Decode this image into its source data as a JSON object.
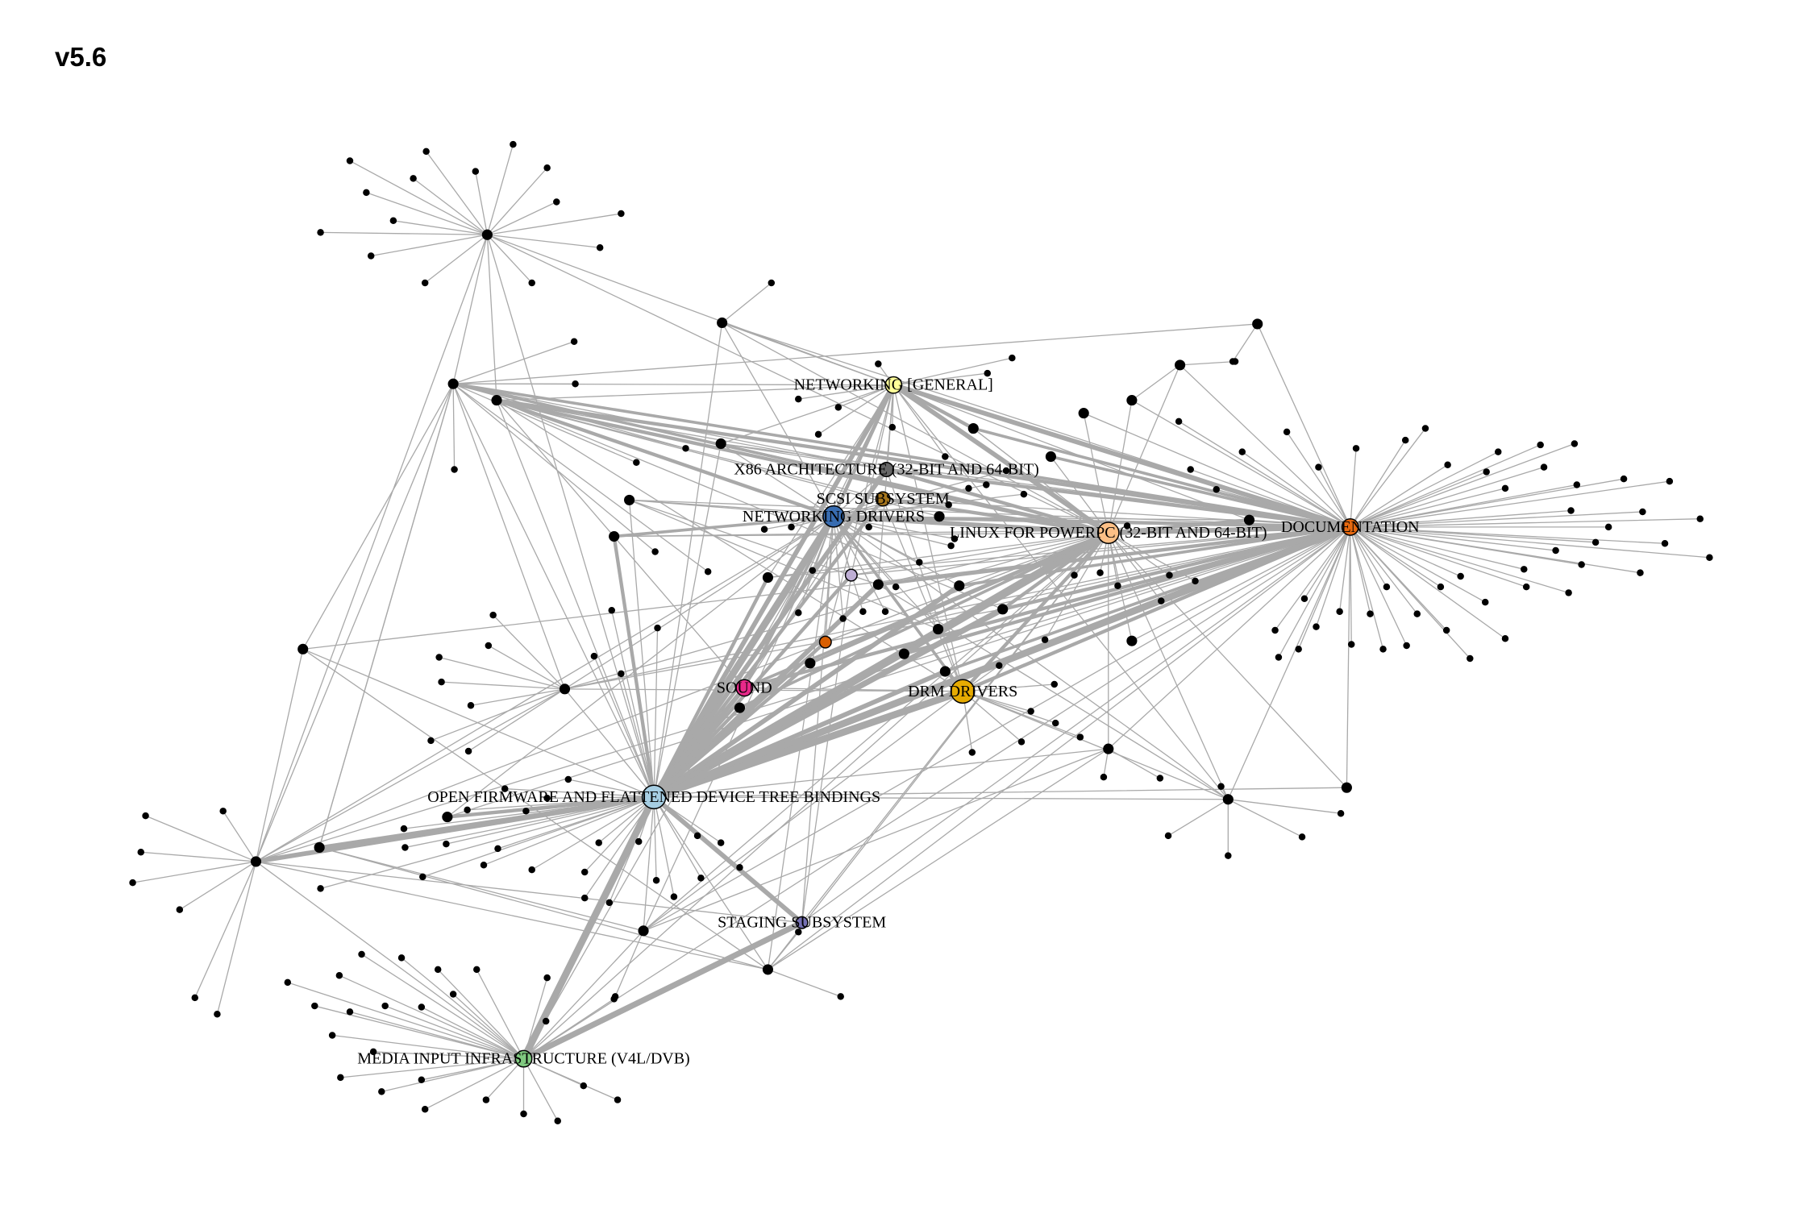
{
  "title": "v5.6",
  "colors": {
    "edge": "#a9a9a9",
    "node": "#000000",
    "background": "#ffffff"
  },
  "hubs": [
    {
      "id": "networking-general",
      "label": "NETWORKING [GENERAL]",
      "color": "#ffff99"
    },
    {
      "id": "x86-architecture",
      "label": "X86 ARCHITECTURE (32-BIT AND 64-BIT)",
      "color": "#666666"
    },
    {
      "id": "scsi-subsystem",
      "label": "SCSI SUBSYSTEM",
      "color": "#a6761d"
    },
    {
      "id": "networking-drivers",
      "label": "NETWORKING DRIVERS",
      "color": "#386cb0"
    },
    {
      "id": "linux-for-powerpc",
      "label": "LINUX FOR POWERPC (32-BIT AND 64-BIT)",
      "color": "#fdc086"
    },
    {
      "id": "documentation",
      "label": "DOCUMENTATION",
      "color": "#e6680f"
    },
    {
      "id": "sound",
      "label": "SOUND",
      "color": "#e7298a"
    },
    {
      "id": "drm-drivers",
      "label": "DRM DRIVERS",
      "color": "#e6ab02"
    },
    {
      "id": "open-firmware",
      "label": "OPEN FIRMWARE AND FLATTENED DEVICE TREE BINDINGS",
      "color": "#a6cee3"
    },
    {
      "id": "staging-subsystem",
      "label": "STAGING SUBSYSTEM",
      "color": "#7570b3"
    },
    {
      "id": "media-input",
      "label": "MEDIA INPUT INFRASTRUCTURE (V4L/DVB)",
      "color": "#7fc97f"
    },
    {
      "id": "unlabeled-lavender",
      "label": "",
      "color": "#beaed4"
    },
    {
      "id": "unlabeled-orange",
      "label": "",
      "color": "#d95f02"
    }
  ]
}
